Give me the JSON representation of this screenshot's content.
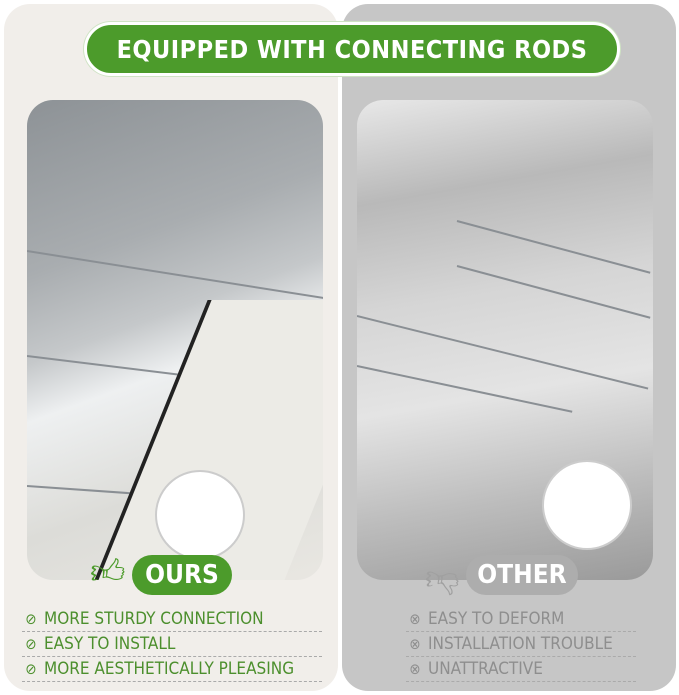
{
  "banner": {
    "title": "EQUIPPED WITH CONNECTING RODS"
  },
  "ours": {
    "label": "OURS",
    "icon": "thumbs-up-icon",
    "color": "#4c9b2b",
    "features": [
      "MORE STURDY CONNECTION",
      "EASY TO INSTALL",
      "MORE AESTHETICALLY PLEASING"
    ]
  },
  "other": {
    "label": "OTHER",
    "icon": "thumbs-down-icon",
    "color": "#adadad",
    "features": [
      "EASY TO DEFORM",
      "INSTALLATION TROUBLE",
      "UNATTRACTIVE"
    ]
  }
}
